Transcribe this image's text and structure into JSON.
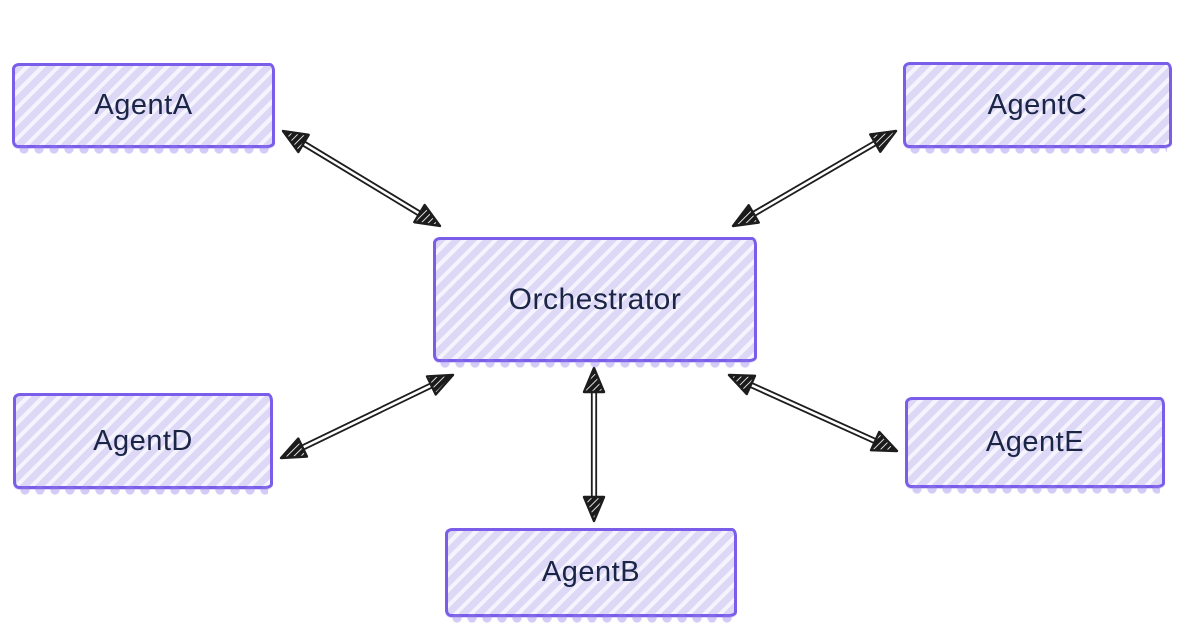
{
  "diagram": {
    "type": "node-link-diagram",
    "style": "hand-drawn-sketch",
    "nodes": [
      {
        "id": "orchestrator",
        "label": "Orchestrator"
      },
      {
        "id": "agent-a",
        "label": "AgentA"
      },
      {
        "id": "agent-b",
        "label": "AgentB"
      },
      {
        "id": "agent-c",
        "label": "AgentC"
      },
      {
        "id": "agent-d",
        "label": "AgentD"
      },
      {
        "id": "agent-e",
        "label": "AgentE"
      }
    ],
    "edges": [
      {
        "from": "AgentA",
        "to": "Orchestrator",
        "arrows": "both",
        "line_style": "double-line"
      },
      {
        "from": "AgentC",
        "to": "Orchestrator",
        "arrows": "both",
        "line_style": "double-line"
      },
      {
        "from": "AgentD",
        "to": "Orchestrator",
        "arrows": "both",
        "line_style": "double-line"
      },
      {
        "from": "AgentB",
        "to": "Orchestrator",
        "arrows": "both",
        "line_style": "double-line"
      },
      {
        "from": "AgentE",
        "to": "Orchestrator",
        "arrows": "both",
        "line_style": "double-line"
      }
    ],
    "colors": {
      "node_border": "#7a5de8",
      "node_fill": "#ded8f7",
      "node_stripe": "#f5f3fd",
      "node_text": "#1b2647",
      "arrow": "#1d1d1d",
      "background": "#ffffff"
    }
  }
}
